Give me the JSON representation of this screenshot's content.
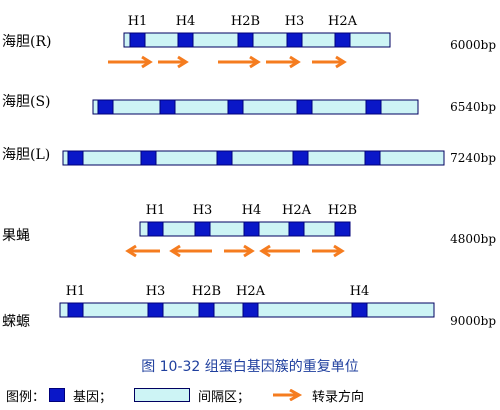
{
  "organisms": [
    {
      "name": "海胆(R)",
      "size": "6000bp",
      "genes": [
        {
          "label": "H1",
          "pos": 130
        },
        {
          "label": "H4",
          "pos": 178
        },
        {
          "label": "H2B",
          "pos": 238
        },
        {
          "label": "H3",
          "pos": 287
        },
        {
          "label": "H2A",
          "pos": 335
        }
      ],
      "arrows": [
        {
          "dir": "right",
          "from": 108,
          "to": 150
        },
        {
          "dir": "right",
          "from": 158,
          "to": 186
        },
        {
          "dir": "right",
          "from": 218,
          "to": 258
        },
        {
          "dir": "right",
          "from": 266,
          "to": 298
        },
        {
          "dir": "right",
          "from": 312,
          "to": 344
        }
      ]
    },
    {
      "name": "海胆(S)",
      "size": "6540bp",
      "genes": [
        {
          "label": "",
          "pos": 98
        },
        {
          "label": "",
          "pos": 160
        },
        {
          "label": "",
          "pos": 228
        },
        {
          "label": "",
          "pos": 297
        },
        {
          "label": "",
          "pos": 366
        }
      ],
      "arrows": []
    },
    {
      "name": "海胆(L)",
      "size": "7240bp",
      "genes": [
        {
          "label": "",
          "pos": 68
        },
        {
          "label": "",
          "pos": 141
        },
        {
          "label": "",
          "pos": 217
        },
        {
          "label": "",
          "pos": 293
        },
        {
          "label": "",
          "pos": 365
        }
      ],
      "arrows": []
    },
    {
      "name": "果蝇",
      "size": "4800bp",
      "genes": [
        {
          "label": "H1",
          "pos": 148
        },
        {
          "label": "H3",
          "pos": 195
        },
        {
          "label": "H4",
          "pos": 244
        },
        {
          "label": "H2A",
          "pos": 289
        },
        {
          "label": "H2B",
          "pos": 335
        }
      ],
      "arrows": [
        {
          "dir": "left",
          "from": 160,
          "to": 128
        },
        {
          "dir": "left",
          "from": 212,
          "to": 172
        },
        {
          "dir": "right",
          "from": 224,
          "to": 252
        },
        {
          "dir": "left",
          "from": 300,
          "to": 262
        },
        {
          "dir": "right",
          "from": 312,
          "to": 342
        }
      ]
    },
    {
      "name": "蝾螈",
      "size": "9000bp",
      "genes": [
        {
          "label": "H1",
          "pos": 68
        },
        {
          "label": "H3",
          "pos": 148
        },
        {
          "label": "H2B",
          "pos": 199
        },
        {
          "label": "H2A",
          "pos": 243
        },
        {
          "label": "H4",
          "pos": 352
        }
      ],
      "arrows": []
    }
  ],
  "caption": "图 10-32 组蛋白基因簇的重复单位",
  "legend": {
    "title": "图例：",
    "gene": "基因；",
    "spacer": "间隔区；",
    "arrow": "转录方向"
  },
  "colors": {
    "gene": "#0a17c8",
    "spacer": "#cdf4f5",
    "arrow": "#f57c1f",
    "caption": "#1f3f9e"
  }
}
